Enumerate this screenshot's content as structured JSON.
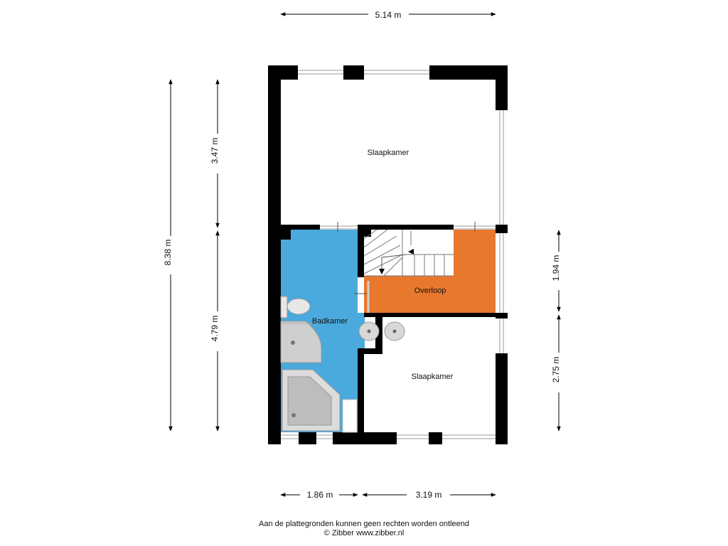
{
  "dimensions": {
    "top_width": "5.14 m",
    "left_total": "8.38 m",
    "left_upper": "3.47 m",
    "left_lower": "4.79 m",
    "right_upper": "1.94 m",
    "right_lower": "2.75 m",
    "bottom_left": "1.86 m",
    "bottom_right": "3.19 m"
  },
  "rooms": {
    "bedroom_top": "Slaapkamer",
    "landing": "Overloop",
    "bathroom": "Badkamer",
    "bedroom_bottom": "Slaapkamer"
  },
  "colors": {
    "wall": "#000000",
    "bathroom_fill": "#4aa9dd",
    "landing_fill": "#e8782e",
    "window_line": "#9a9a9a"
  },
  "footer": {
    "disclaimer": "Aan de plattegronden kunnen geen rechten worden ontleend",
    "credit": "© Zibber www.zibber.nl"
  }
}
